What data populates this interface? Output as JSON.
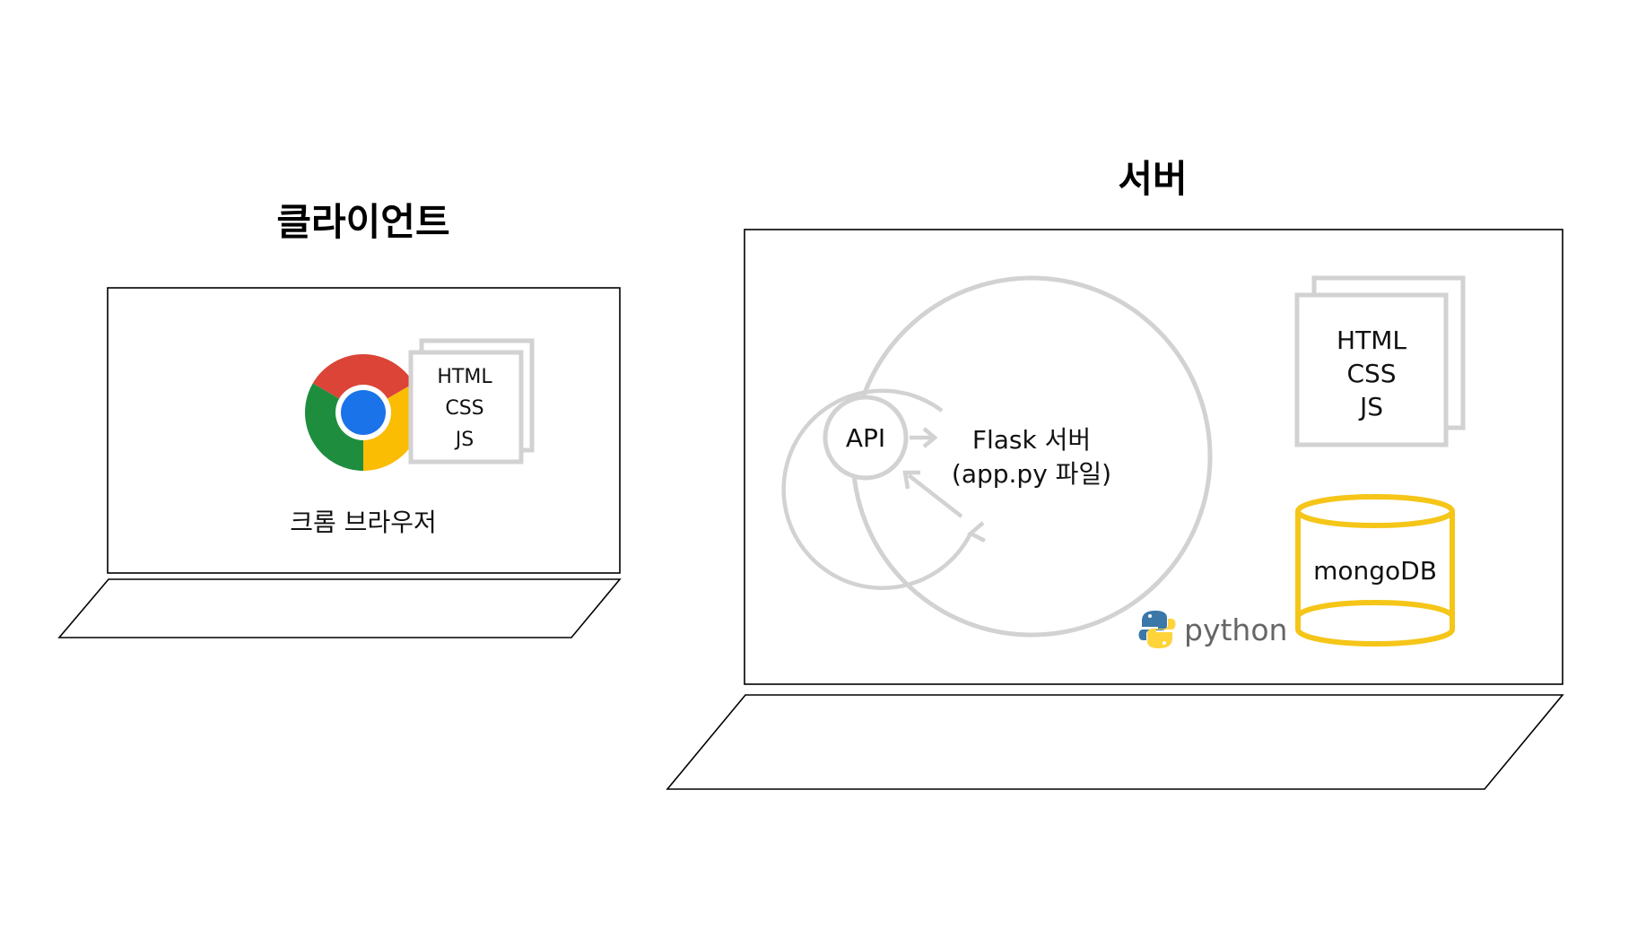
{
  "client": {
    "title": "클라이언트",
    "browser_label": "크롬 브라우저",
    "files": [
      "HTML",
      "CSS",
      "JS"
    ]
  },
  "server": {
    "title": "서버",
    "api_label": "API",
    "flask_line1": "Flask 서버",
    "flask_line2": "(app.py 파일)",
    "files": [
      "HTML",
      "CSS",
      "JS"
    ],
    "db_label": "mongoDB",
    "python_label": "python"
  },
  "colors": {
    "outline": "#000000",
    "gray": "#d2d2d2",
    "db_yellow": "#f5c518",
    "chrome_red": "#db4437",
    "chrome_green": "#1e8e3e",
    "chrome_yellow": "#fbbc04",
    "chrome_blue": "#1a73e8",
    "python_blue": "#3b77a8",
    "python_yellow": "#ffd43b"
  },
  "icons": {
    "browser": "chrome-icon",
    "language": "python-icon",
    "database": "cylinder-icon"
  }
}
